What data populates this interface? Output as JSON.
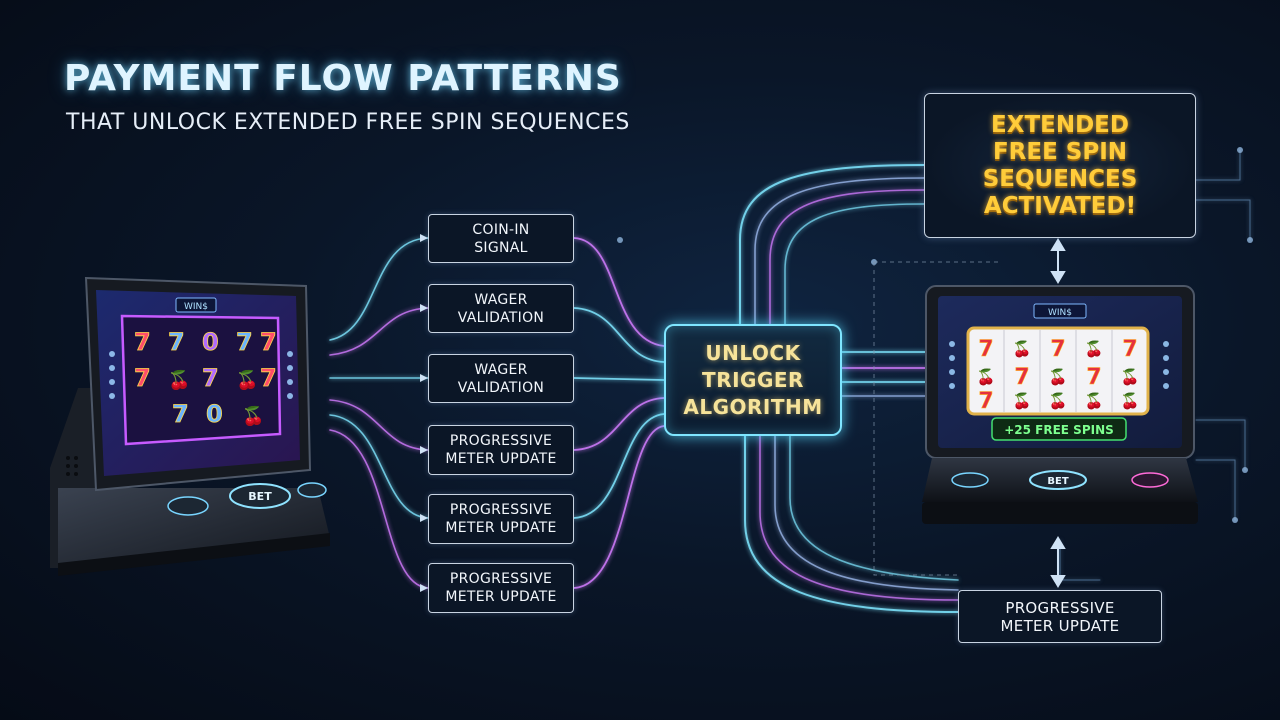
{
  "header": {
    "title": "PAYMENT FLOW PATTERNS",
    "subtitle": "THAT UNLOCK EXTENDED FREE SPIN SEQUENCES"
  },
  "flow_nodes": [
    "COIN-IN\nSIGNAL",
    "WAGER\nVALIDATION",
    "WAGER\nVALIDATION",
    "PROGRESSIVE\nMETER UPDATE",
    "PROGRESSIVE\nMETER UPDATE",
    "PROGRESSIVE\nMETER UPDATE"
  ],
  "hub": {
    "label": "UNLOCK\nTRIGGER\nALGORITHM"
  },
  "result": {
    "label": "EXTENDED\nFREE SPIN\nSEQUENCES\nACTIVATED!"
  },
  "meter_node": {
    "label": "PROGRESSIVE\nMETER UPDATE"
  },
  "left_machine": {
    "top_badge": "WIN$",
    "bet_button": "BET",
    "reels": [
      "7",
      "7",
      "0",
      "7",
      "7",
      "7",
      "🍒",
      "7",
      "🍒",
      "7",
      "7",
      "0",
      "🍒"
    ]
  },
  "right_machine": {
    "top_badge": "WIN$",
    "free_spins_banner": "+25 FREE SPINS",
    "bet_button": "BET",
    "reels": [
      "7",
      "🍒",
      "7",
      "🍒",
      "7",
      "🍒",
      "7",
      "🍒",
      "7",
      "🍒",
      "7",
      "🍒",
      "🍒",
      "🍒",
      "🍒"
    ]
  },
  "colors": {
    "background": "#0a1628",
    "neon_cyan": "#7fe6ff",
    "neon_pink": "#d37cff",
    "gold_text": "#ffcc3a",
    "node_border": "#c9d4e2"
  }
}
